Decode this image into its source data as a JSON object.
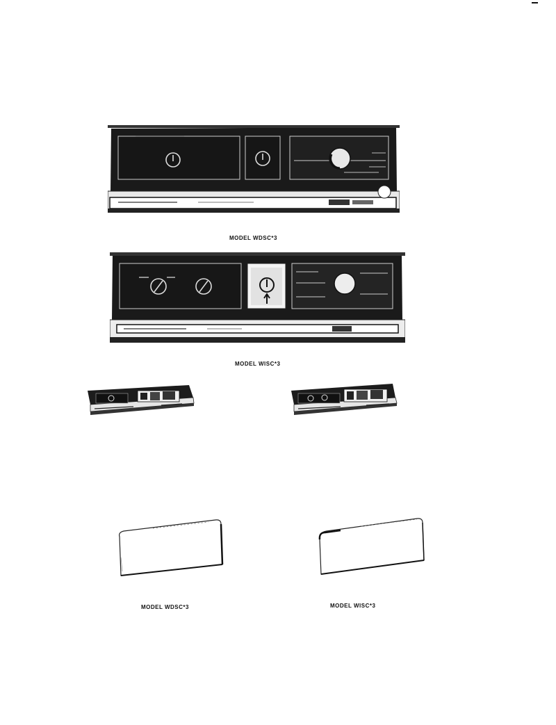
{
  "captions": {
    "panel_wdsc": "MODEL WDSC*3",
    "panel_wisc": "MODEL WISC*3",
    "lid_wdsc": "MODEL WDSC*3",
    "lid_wisc": "MODEL WISC*3"
  },
  "illustrations": [
    {
      "id": "wdsc-control-panel",
      "kind": "appliance-control-panel"
    },
    {
      "id": "wisc-control-panel",
      "kind": "appliance-control-panel"
    },
    {
      "id": "small-panel-left",
      "kind": "appliance-control-panel"
    },
    {
      "id": "small-panel-right",
      "kind": "appliance-control-panel"
    },
    {
      "id": "wdsc-lid",
      "kind": "appliance-lid"
    },
    {
      "id": "wisc-lid",
      "kind": "appliance-lid"
    }
  ]
}
